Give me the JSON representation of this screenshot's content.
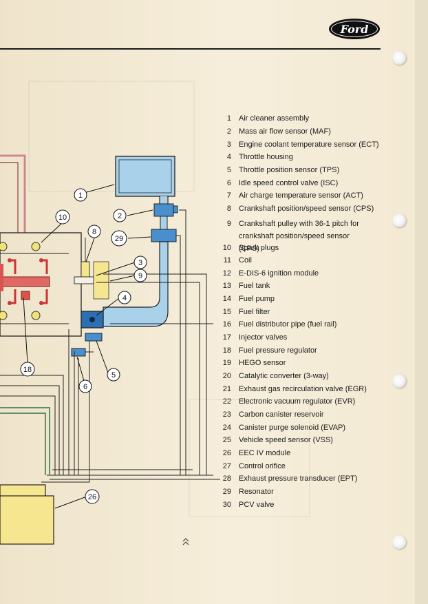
{
  "brand": {
    "logo_text": "Ford"
  },
  "legend": [
    {
      "num": "1",
      "label": "Air cleaner assembly"
    },
    {
      "num": "2",
      "label": "Mass air flow sensor (MAF)"
    },
    {
      "num": "3",
      "label": "Engine coolant temperature sensor (ECT)"
    },
    {
      "num": "4",
      "label": "Throttle housing"
    },
    {
      "num": "5",
      "label": "Throttle position sensor (TPS)"
    },
    {
      "num": "6",
      "label": "Idle speed control valve (ISC)"
    },
    {
      "num": "7",
      "label": "Air charge temperature sensor (ACT)"
    },
    {
      "num": "8",
      "label": "Crankshaft position/speed sensor (CPS)"
    },
    {
      "num": "9",
      "label": "Crankshaft pulley with 36-1 pitch for crankshaft position/speed sensor (CPS)"
    },
    {
      "num": "10",
      "label": "Spark plugs"
    },
    {
      "num": "11",
      "label": "Coil"
    },
    {
      "num": "12",
      "label": "E-DIS-6 ignition module"
    },
    {
      "num": "13",
      "label": "Fuel tank"
    },
    {
      "num": "14",
      "label": "Fuel pump"
    },
    {
      "num": "15",
      "label": "Fuel filter"
    },
    {
      "num": "16",
      "label": "Fuel distributor pipe (fuel rail)"
    },
    {
      "num": "17",
      "label": "Injector valves"
    },
    {
      "num": "18",
      "label": "Fuel pressure regulator"
    },
    {
      "num": "19",
      "label": "HEGO sensor"
    },
    {
      "num": "20",
      "label": "Catalytic converter (3-way)"
    },
    {
      "num": "21",
      "label": "Exhaust gas recirculation valve (EGR)"
    },
    {
      "num": "22",
      "label": "Electronic vacuum regulator (EVR)"
    },
    {
      "num": "23",
      "label": "Carbon canister reservoir"
    },
    {
      "num": "24",
      "label": "Canister purge solenoid (EVAP)"
    },
    {
      "num": "25",
      "label": "Vehicle speed sensor (VSS)"
    },
    {
      "num": "26",
      "label": "EEC IV module"
    },
    {
      "num": "27",
      "label": "Control orifice"
    },
    {
      "num": "28",
      "label": "Exhaust pressure transducer (EPT)"
    },
    {
      "num": "29",
      "label": "Resonator"
    },
    {
      "num": "30",
      "label": "PCV valve"
    }
  ],
  "callouts": {
    "c1": "1",
    "c2": "2",
    "c29": "29",
    "c8": "8",
    "c10": "10",
    "c3": "3",
    "c9": "9",
    "c4": "4",
    "c5": "5",
    "c6": "6",
    "c18": "18",
    "c26": "26"
  },
  "colors": {
    "paper": "#f3ead6",
    "component_blue": "#4a8fcd",
    "duct_blue": "#a9d2ea",
    "fuel_red": "#d9534f",
    "module_yellow": "#f5e68f",
    "wire_green": "#5f8f6a"
  }
}
